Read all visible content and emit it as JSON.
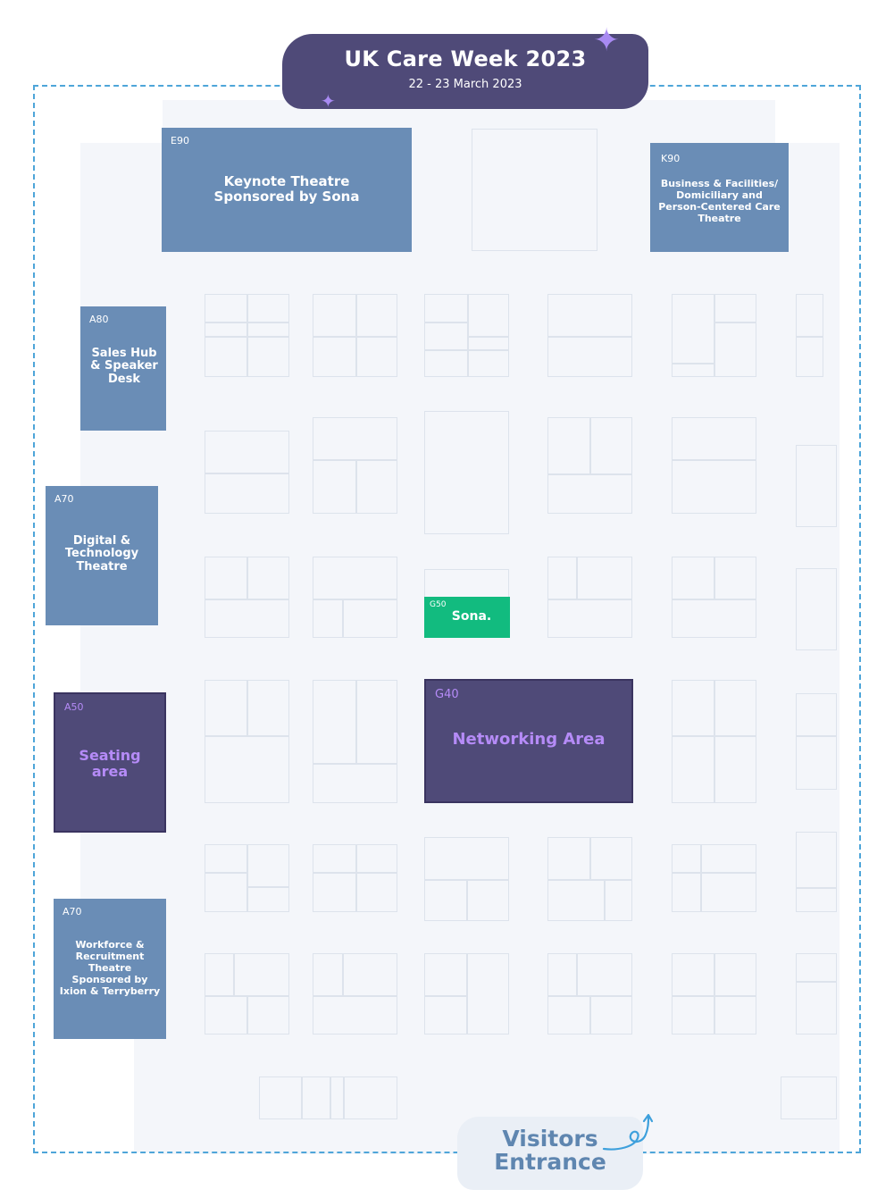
{
  "header": {
    "title": "UK Care Week 2023",
    "date": "22 - 23 March 2023"
  },
  "zones": [
    {
      "id": "E90",
      "name": "Keynote Theatre Sponsored by Sona",
      "color": "#6a8db6"
    },
    {
      "id": "K90",
      "name": "Business & Facilities/ Domiciliary and Person-Centered Care Theatre",
      "color": "#6a8db6"
    },
    {
      "id": "A80",
      "name": "Sales Hub & Speaker Desk",
      "color": "#6a8db6"
    },
    {
      "id": "A70",
      "name": "Digital & Technology Theatre",
      "color": "#6a8db6"
    },
    {
      "id": "G50",
      "name": "Sona.",
      "color": "#12bb7f"
    },
    {
      "id": "G40",
      "name": "Networking Area",
      "color": "#4f4a78"
    },
    {
      "id": "A50",
      "name": "Seating area",
      "color": "#4f4a78"
    },
    {
      "id": "A70",
      "name": "Workforce & Recruitment Theatre Sponsored by Ixion & Terryberry",
      "color": "#6a8db6"
    }
  ],
  "entrance": {
    "line1": "Visitors",
    "line2": "Entrance"
  },
  "icons": {
    "sparkle": "sparkle-icon",
    "arrow": "curly-arrow-icon"
  }
}
